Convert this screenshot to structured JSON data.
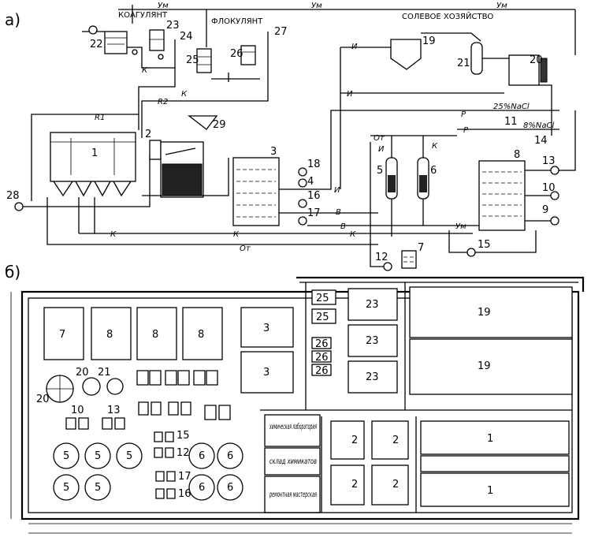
{
  "part_a": {
    "letter": "а)",
    "titles": {
      "koagulant": "КОАГУЛЯНТ",
      "flokulant": "ФЛОКУЛЯНТ",
      "salt": "СОЛЕВОЕ ХОЗЯЙСТВО"
    },
    "numbers": {
      "n1": "1",
      "n2": "2",
      "n3": "3",
      "n4": "4",
      "n5": "5",
      "n6": "6",
      "n7": "7",
      "n8": "8",
      "n9": "9",
      "n10": "10",
      "n11": "11",
      "n12": "12",
      "n13": "13",
      "n14": "14",
      "n15": "15",
      "n16": "16",
      "n17": "17",
      "n18": "18",
      "n19": "19",
      "n20": "20",
      "n21": "21",
      "n22": "22",
      "n23": "23",
      "n24": "24",
      "n25": "25",
      "n26": "26",
      "n27": "27",
      "n28": "28",
      "n29": "29"
    },
    "pipes": {
      "um": "Ум",
      "r1": "R1",
      "r2": "R2",
      "k": "К",
      "i": "И",
      "v": "В",
      "r": "Р",
      "ot": "От",
      "nacl25": "25%NaCl",
      "nacl8": "8%NaCl"
    }
  },
  "part_b": {
    "letter": "б)",
    "rooms": {
      "lab": "химическая лаборатория",
      "store": "склад химикатов",
      "workshop": "ремонтная мастерская"
    },
    "units": {
      "u7": "7",
      "u8": "8",
      "u3": "3",
      "u19": "19",
      "u23": "23",
      "u25": "25",
      "u26": "26",
      "u20": "20",
      "u21": "21",
      "u10": "10",
      "u13": "13",
      "u5": "5",
      "u6": "6",
      "u15": "15",
      "u12": "12",
      "u17": "17",
      "u16": "16",
      "u2": "2",
      "u1": "1"
    }
  }
}
